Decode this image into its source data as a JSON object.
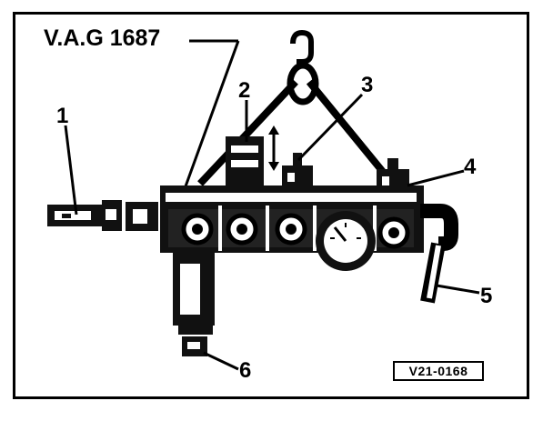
{
  "figure": {
    "title": "V.A.G 1687",
    "callouts": [
      "1",
      "2",
      "3",
      "4",
      "5",
      "6"
    ],
    "reference_code": "V21-0168"
  }
}
